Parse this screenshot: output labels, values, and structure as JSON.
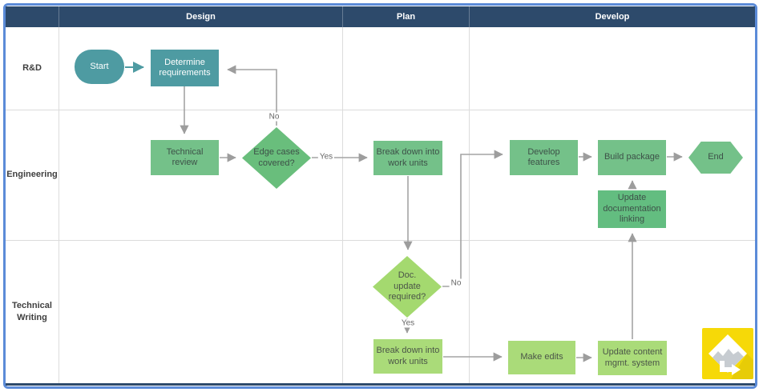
{
  "colors": {
    "frame_border": "#5b8bd8",
    "header_bg": "#2d4a6b",
    "teal": "#4e9ba2",
    "green": "#74c189",
    "green_diamond": "#69be7c",
    "green_deep": "#63bd80",
    "light_green": "#aadb79",
    "light_green_diamond": "#a4d96f",
    "arrow": "#a3a3a3",
    "grid_line": "#dcdcdc",
    "logo_yellow": "#f6d908"
  },
  "columns": [
    {
      "label": "Design"
    },
    {
      "label": "Plan"
    },
    {
      "label": "Develop"
    }
  ],
  "lanes": [
    {
      "label": "R&D"
    },
    {
      "label": "Engineering"
    },
    {
      "label": "Technical Writing"
    }
  ],
  "nodes": {
    "start": {
      "label": "Start",
      "type": "terminator"
    },
    "determine_requirements": {
      "label": "Determine requirements",
      "type": "process"
    },
    "technical_review": {
      "label": "Technical review",
      "type": "process"
    },
    "edge_cases": {
      "label": "Edge cases covered?",
      "type": "decision"
    },
    "breakdown_plan": {
      "label": "Break down into work units",
      "type": "process"
    },
    "develop_features": {
      "label": "Develop features",
      "type": "process"
    },
    "build_package": {
      "label": "Build package",
      "type": "process"
    },
    "end": {
      "label": "End",
      "type": "terminator"
    },
    "update_doc_linking": {
      "label": "Update documentation linking",
      "type": "process"
    },
    "doc_update_required": {
      "label": "Doc. update required?",
      "type": "decision"
    },
    "breakdown_tw": {
      "label": "Break down into work units",
      "type": "process"
    },
    "make_edits": {
      "label": "Make edits",
      "type": "process"
    },
    "update_cms": {
      "label": "Update content mgmt. system",
      "type": "process"
    }
  },
  "edge_labels": {
    "edge_cases_no": "No",
    "edge_cases_yes": "Yes",
    "doc_update_no": "No",
    "doc_update_yes": "Yes"
  }
}
